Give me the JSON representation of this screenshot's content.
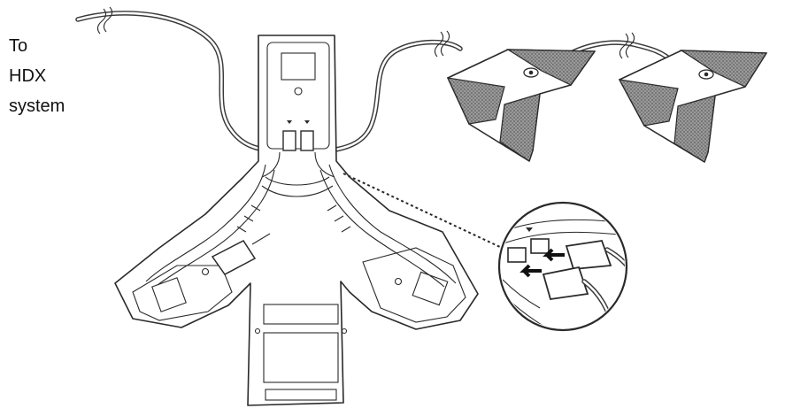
{
  "label": {
    "lines": [
      "To",
      "HDX",
      "system"
    ]
  },
  "icons": {
    "console": "conference-phone-console-icon",
    "mic1": "extension-microphone-icon",
    "mic2": "extension-microphone-icon",
    "zoom": "connector-ports-detail-icon",
    "break": "cable-break-icon"
  },
  "colors": {
    "line": "#2a2a2a",
    "mesh": "#8a8a8a",
    "paper": "#ffffff"
  }
}
